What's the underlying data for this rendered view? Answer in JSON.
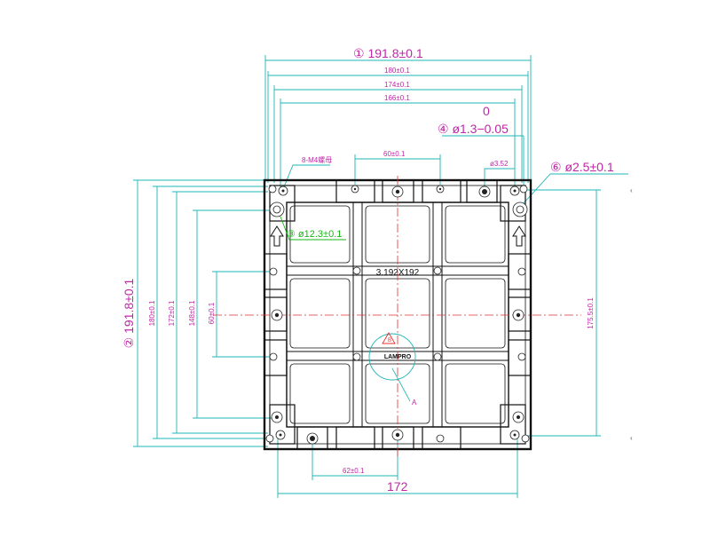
{
  "labels": {
    "top_overall": "① 191.8±0.1",
    "top_180": "180±0.1",
    "top_174": "174±0.1",
    "top_166": "166±0.1",
    "tol_zero": "0",
    "hole_dia": "④ ø1.3−0.05",
    "spacing_60_top": "60±0.1",
    "m4_nut": "8-M4螺母",
    "dia_352": "ø3.52",
    "dia_25": "⑥ ø2.5±0.1",
    "dia_123": "③ ø12.3±0.1",
    "left_overall": "② 191.8±0.1",
    "left_180": "180±0.1",
    "left_172": "172±0.1",
    "left_148": "148±0.1",
    "left_60": "60±0.1",
    "right_1755": "175.5±0.1",
    "center_text": "3.192X192",
    "logo": "LAMPRO",
    "marker_a": "A",
    "marker_b": "B",
    "bottom_62": "62±0.1",
    "bottom_172": "172"
  },
  "colors": {
    "dimension_lines": "#1fb4b4",
    "dimension_text": "#c026a8",
    "centerline": "#e23030",
    "callout_green": "#14b814",
    "outline": "#111111"
  }
}
